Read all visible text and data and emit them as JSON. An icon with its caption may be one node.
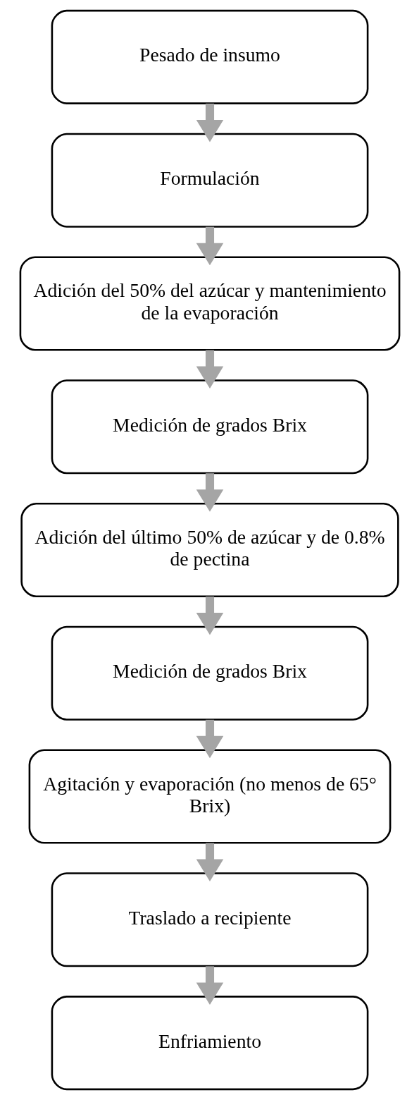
{
  "diagram": {
    "nodes": [
      {
        "text": [
          "Pesado de insumo"
        ]
      },
      {
        "text": [
          "Formulación"
        ]
      },
      {
        "text": [
          "Adición del 50% del azúcar y mantenimiento de la evaporación"
        ]
      },
      {
        "text": [
          "Medición de grados Brix"
        ]
      },
      {
        "text": [
          "Adición del último 50% de azúcar y de 0.8% de pectina"
        ]
      },
      {
        "text": [
          "Medición de grados Brix"
        ]
      },
      {
        "text": [
          "Agitación y evaporación (no menos de 65° Brix)"
        ]
      },
      {
        "text": [
          "Traslado a recipiente"
        ]
      },
      {
        "text": [
          "Enfriamiento"
        ]
      }
    ],
    "edges": [
      {
        "from": 0,
        "to": 1,
        "arrow": "to"
      },
      {
        "from": 1,
        "to": 2,
        "arrow": "to"
      },
      {
        "from": 2,
        "to": 3,
        "arrow": "to"
      },
      {
        "from": 3,
        "to": 4,
        "arrow": "to"
      },
      {
        "from": 4,
        "to": 5,
        "arrow": "to"
      },
      {
        "from": 5,
        "to": 6,
        "arrow": "to"
      },
      {
        "from": 6,
        "to": 7,
        "arrow": "to"
      },
      {
        "from": 7,
        "to": 8,
        "arrow": "to"
      }
    ]
  }
}
